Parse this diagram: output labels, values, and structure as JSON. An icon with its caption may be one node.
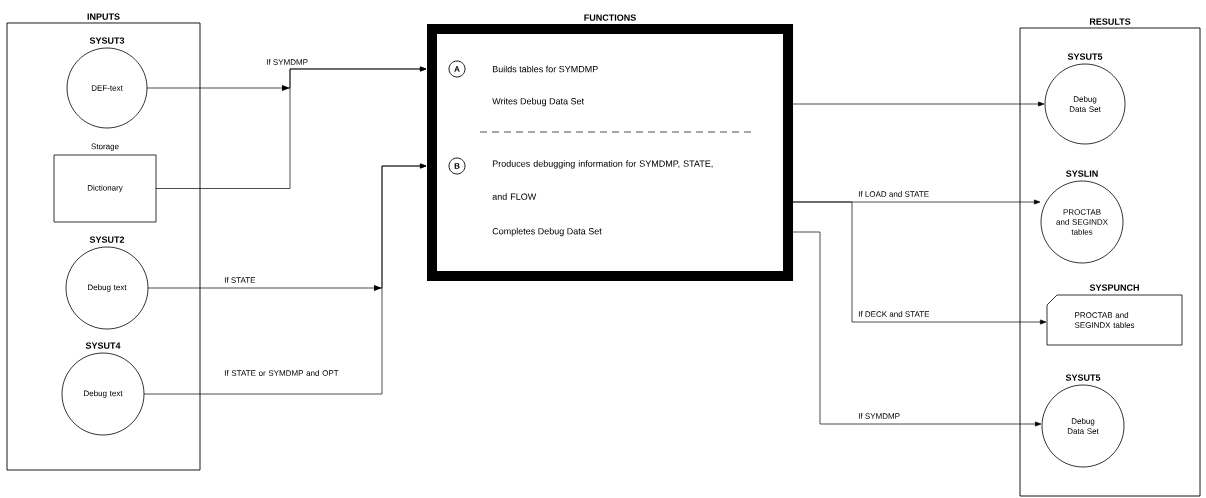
{
  "diagram": {
    "nodes": [
      {
        "text": [
          "INPUTS"
        ]
      },
      {
        "text": [
          "SYSUT3",
          "DEF-text"
        ],
        "in": 0
      },
      {
        "text": [
          "Storage",
          "Dictionary"
        ],
        "in": 0
      },
      {
        "text": [
          "SYSUT2",
          "Debug text"
        ],
        "in": 0
      },
      {
        "text": [
          "SYSUT4",
          "Debug text"
        ],
        "in": 0
      },
      {
        "text": [
          "FUNCTIONS",
          "Builds tables for SYMDMP",
          "Writes Debug Data Set",
          "Produces debugging information for SYMDMP, STATE, and FLOW",
          "Completes Debug Data Set"
        ]
      },
      {
        "text": [
          "A"
        ],
        "in": 5
      },
      {
        "text": [
          "B"
        ],
        "in": 5
      },
      {
        "text": [
          "RESULTS"
        ]
      },
      {
        "text": [
          "SYSUT5",
          "Debug Data Set"
        ],
        "in": 8
      },
      {
        "text": [
          "SYSLIN",
          "PROCTAB and SEGINDX tables"
        ],
        "in": 8
      },
      {
        "text": [
          "SYSPUNCH",
          "PROCTAB and SEGINDX tables"
        ],
        "in": 8
      },
      {
        "text": [
          "SYSUT5",
          "Debug Data Set"
        ],
        "in": 8
      }
    ],
    "edges": [
      {
        "from": 1,
        "to": 5,
        "arrow": "to",
        "label": "If SYMDMP"
      },
      {
        "from": 2,
        "to": 5,
        "arrow": "to"
      },
      {
        "from": 3,
        "to": 5,
        "arrow": "to",
        "label": "If STATE"
      },
      {
        "from": 4,
        "to": 5,
        "arrow": "to",
        "label": "If STATE or SYMDMP and OPT"
      },
      {
        "from": 5,
        "to": 9,
        "arrow": "to"
      },
      {
        "from": 5,
        "to": 10,
        "arrow": "to",
        "label": "If LOAD and STATE"
      },
      {
        "from": 5,
        "to": 11,
        "arrow": "to",
        "label": "If DECK and STATE"
      },
      {
        "from": 5,
        "to": 12,
        "arrow": "to",
        "label": "If SYMDMP"
      }
    ]
  }
}
